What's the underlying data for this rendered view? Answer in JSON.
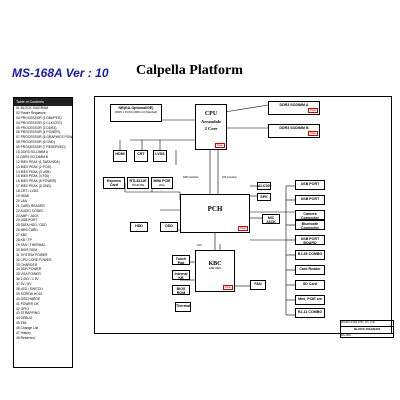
{
  "header": {
    "model": "MS-168A  Ver : 10",
    "platform": "Calpella Platform"
  },
  "toc": {
    "title": "Table of Contents",
    "items": [
      "01 BLOCK DIAGRAM",
      "02 Power Sequence",
      "03 PROCESSOR (1 DMI/PEG)",
      "04 PROCESSOR (2 CLK/CFG)",
      "05 PROCESSOR (3 DDR3)",
      "06 PROCESSOR (4 POWER)",
      "07 PROCESSOR (5 GRAPHICS POWER)",
      "08 PROCESSOR (6 GND)",
      "09 PROCESSOR (7 RESERVED)",
      "10 DDR3 SO-DIMM A",
      "11 DDR3 SO-DIMM B",
      "12 IBEX PEAK (1 SATA/HDA)",
      "13 IBEX PEAK (2 PCIE)",
      "14 IBEX PEAK (3 USB)",
      "15 IBEX PEAK (4 FDI)",
      "16 IBEX PEAK (5 POWER)",
      "17 IBEX PEAK (6 GND)",
      "18 CRT / LVDS",
      "19 HDMI",
      "20 LAN",
      "21 CARD READER",
      "22 AUDIO CODEC",
      "23 AMP / JACK",
      "24 USB PORT",
      "25 SATA HDD / ODD",
      "26 MINI CARD",
      "27 KBC",
      "28 KB / TP",
      "29 FAN / THERMAL",
      "30 BIOS ROM",
      "31 SYSTEM POWER",
      "32 CPU CORE POWER",
      "33 CHARGER",
      "34 DDR POWER",
      "35 VGA POWER",
      "36 1.05V / 1.5V",
      "37 3V / 5V",
      "38 LED / SWITCH",
      "39 SCREW HOLE",
      "40 DISCHARGE",
      "41 POWER OK",
      "42 GPIO",
      "43 STRAPPING",
      "44 DEBUG",
      "45 EMI",
      "46 Change List",
      "47 History",
      "48 Reserved"
    ]
  },
  "blocks": {
    "nb_gpu": "NB(GA-Optional/GE)",
    "dimm_desc": "DDR3 1.5V(SO-DIMM x2) (Matched)",
    "cpu_name": "CPU",
    "cpu_sub": "Arrandale",
    "cpu_core": "2 Core",
    "sodimm_a": "DDR3 SODIMM A",
    "sodimm_b": "DDR3 SODIMM B",
    "hdmi": "HDMI",
    "crt": "CRT",
    "lvds": "LVDS",
    "dmi": "DMI Interface",
    "fdi": "FDI Interface",
    "pch": "PCH",
    "express_card": "Express Card",
    "rtl_lan": "RTL8111E",
    "rtl_sub": "RTL8105E",
    "mini_pcie": "MINI PCIE",
    "wlan": "Wlan",
    "hdd": "HDD",
    "odd": "ODD",
    "usb_port1": "USB PORT",
    "usb_port2": "USB PORT",
    "camera": "Camera Connector",
    "bluetooth": "Bluetooth Connector",
    "usb_board": "USB PORT BOARD",
    "rj_combo": "RJ-45 COMBO",
    "card_reader": "Card Reader",
    "sd_card": "SD Card",
    "mini_sd": "Mini_PCIE sm",
    "rj11": "RJ-11 COMBO",
    "audio": "ALC269",
    "spk": "SPK",
    "mic": "MIC JACK",
    "kbc": "KBC",
    "kbc_sub": "ENE 3926",
    "touchpad": "Touch Pad",
    "internal_kb": "Internal KB",
    "bios": "BIOS ROM",
    "fan": "FAN",
    "thermal": "Thermal",
    "lpc": "LPC",
    "pg": "Page"
  },
  "title_block": {
    "company": "MICRO-STAR INT'L CO.,LTD.",
    "doc": "BLOCK DIAGRAM",
    "rev": "MS-168A"
  }
}
